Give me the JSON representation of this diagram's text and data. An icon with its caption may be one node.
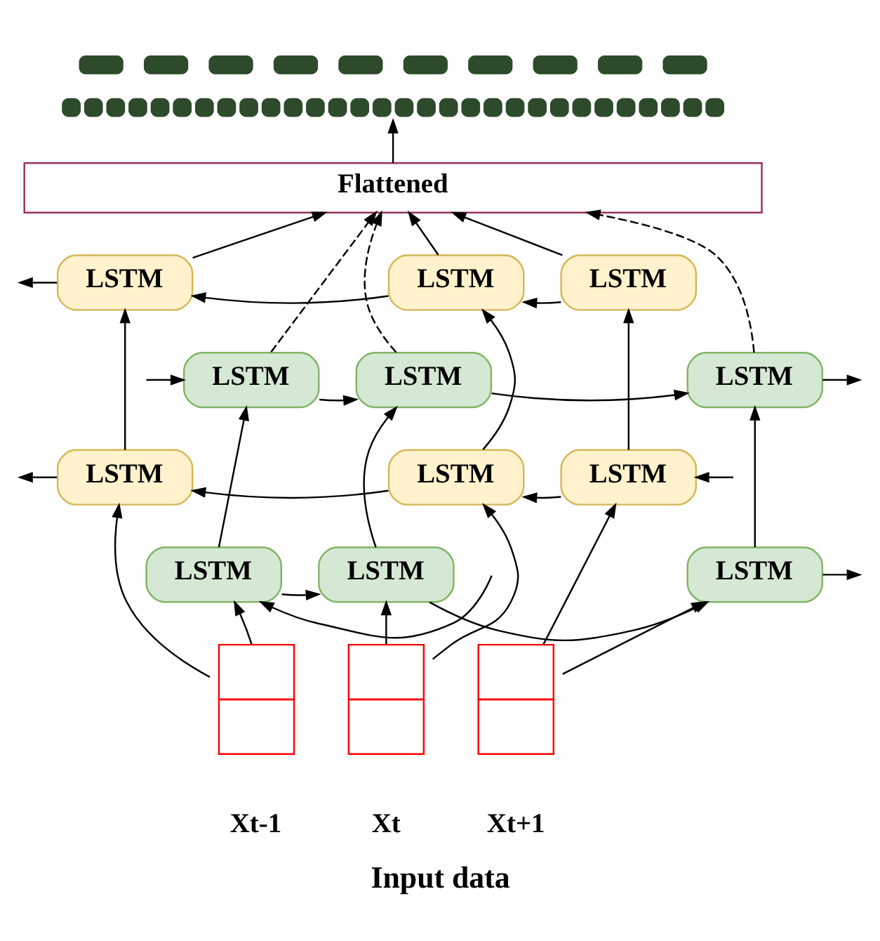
{
  "diagram": {
    "caption": "Input data",
    "nodes": [
      {
        "text": [],
        "shape": "picture"
      },
      {
        "text": [
          "Flattened"
        ]
      },
      {
        "text": [
          "LSTM"
        ]
      },
      {
        "text": [
          "LSTM"
        ]
      },
      {
        "text": [
          "LSTM"
        ]
      },
      {
        "text": [
          "LSTM"
        ]
      },
      {
        "text": [
          "LSTM"
        ]
      },
      {
        "text": [
          "LSTM"
        ]
      },
      {
        "text": [
          "LSTM"
        ]
      },
      {
        "text": [
          "LSTM"
        ]
      },
      {
        "text": [
          "LSTM"
        ]
      },
      {
        "text": [
          "LSTM"
        ]
      },
      {
        "text": [
          "LSTM"
        ]
      },
      {
        "text": [
          "LSTM"
        ]
      },
      {
        "text": [],
        "shape": "box",
        "beside": [
          "Xt-1"
        ]
      },
      {
        "text": [],
        "shape": "box",
        "beside": [
          "Xt"
        ]
      },
      {
        "text": [],
        "shape": "box",
        "beside": [
          "Xt+1"
        ]
      }
    ],
    "edges": [
      {
        "from": 1,
        "to": 0,
        "arrow": "to"
      },
      {
        "from": 2,
        "to": 1,
        "arrow": "to"
      },
      {
        "from": 5,
        "to": 1,
        "arrow": "to",
        "style": "dashed"
      },
      {
        "from": 3,
        "to": 1,
        "arrow": "to"
      },
      {
        "from": 6,
        "to": 1,
        "arrow": "to",
        "style": "dashed"
      },
      {
        "from": 4,
        "to": 1,
        "arrow": "to"
      },
      {
        "from": 7,
        "to": 1,
        "arrow": "to",
        "style": "dashed"
      },
      {
        "from": 4,
        "to": 3,
        "arrow": "to"
      },
      {
        "from": 3,
        "to": 2,
        "arrow": "to"
      },
      {
        "from": 2,
        "to": null,
        "arrow": "to"
      },
      {
        "from": null,
        "to": 5,
        "arrow": "to"
      },
      {
        "from": 5,
        "to": 6,
        "arrow": "to"
      },
      {
        "from": 6,
        "to": 7,
        "arrow": "to"
      },
      {
        "from": 7,
        "to": null,
        "arrow": "to"
      },
      {
        "from": null,
        "to": 10,
        "arrow": "to"
      },
      {
        "from": 10,
        "to": 9,
        "arrow": "to"
      },
      {
        "from": 9,
        "to": 8,
        "arrow": "to"
      },
      {
        "from": 8,
        "to": null,
        "arrow": "to"
      },
      {
        "from": null,
        "to": 11,
        "arrow": "to"
      },
      {
        "from": 11,
        "to": 12,
        "arrow": "to"
      },
      {
        "from": 12,
        "to": 13,
        "arrow": "to"
      },
      {
        "from": 13,
        "to": null,
        "arrow": "to"
      },
      {
        "from": 8,
        "to": 2,
        "arrow": "to"
      },
      {
        "from": 9,
        "to": 3,
        "arrow": "to"
      },
      {
        "from": 10,
        "to": 4,
        "arrow": "to"
      },
      {
        "from": 11,
        "to": 5,
        "arrow": "to"
      },
      {
        "from": 12,
        "to": 6,
        "arrow": "to"
      },
      {
        "from": 13,
        "to": 7,
        "arrow": "to"
      },
      {
        "from": 14,
        "to": 11,
        "arrow": "to"
      },
      {
        "from": 14,
        "to": 8,
        "arrow": "to"
      },
      {
        "from": 15,
        "to": 12,
        "arrow": "to"
      },
      {
        "from": 15,
        "to": 9,
        "arrow": "to"
      },
      {
        "from": 16,
        "to": 13,
        "arrow": "to"
      },
      {
        "from": 16,
        "to": 10,
        "arrow": "to"
      }
    ]
  }
}
